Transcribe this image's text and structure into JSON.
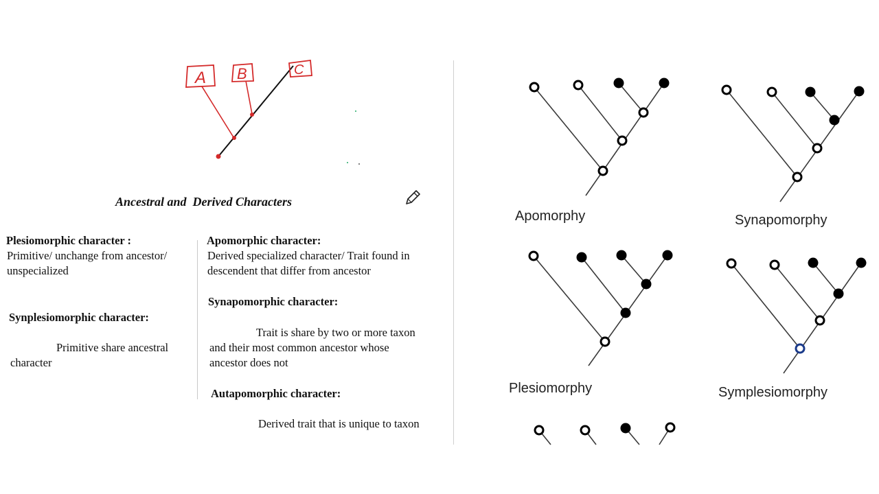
{
  "annotation": {
    "label_a": "A",
    "label_b": "B",
    "label_c": "C"
  },
  "notes": {
    "title": "Ancestral and  Derived Characters",
    "plesio_heading": "Plesiomorphic character :",
    "plesio_line1": "Primitive/ unchange from ancestor/",
    "plesio_line2": "unspecialized",
    "synplesio_heading": "Synplesiomorphic character:",
    "synplesio_line1": "Primitive share ancestral",
    "synplesio_line2": "character",
    "apo_heading": "Apomorphic character:",
    "apo_line1": "Derived specialized character/ Trait found in",
    "apo_line2": "descendent that differ from ancestor",
    "synapo_heading": "Synapomorphic character:",
    "synapo_line1": "Trait is share by two or more taxon",
    "synapo_line2": "and their most common ancestor whose",
    "synapo_line3": "ancestor does not",
    "autapo_heading": "Autapomorphic character:",
    "autapo_line1": "Derived trait that is unique to taxon"
  },
  "diagrams": {
    "apomorphy_label": "Apomorphy",
    "synapomorphy_label": "Synapomorphy",
    "plesiomorphy_label": "Plesiomorphy",
    "symplesiomorphy_label": "Symplesiomorphy"
  },
  "colors": {
    "ink_red": "#d42a2a",
    "filled_node": "#000000",
    "open_node": "#ffffff",
    "divider": "#c8c8c8"
  }
}
